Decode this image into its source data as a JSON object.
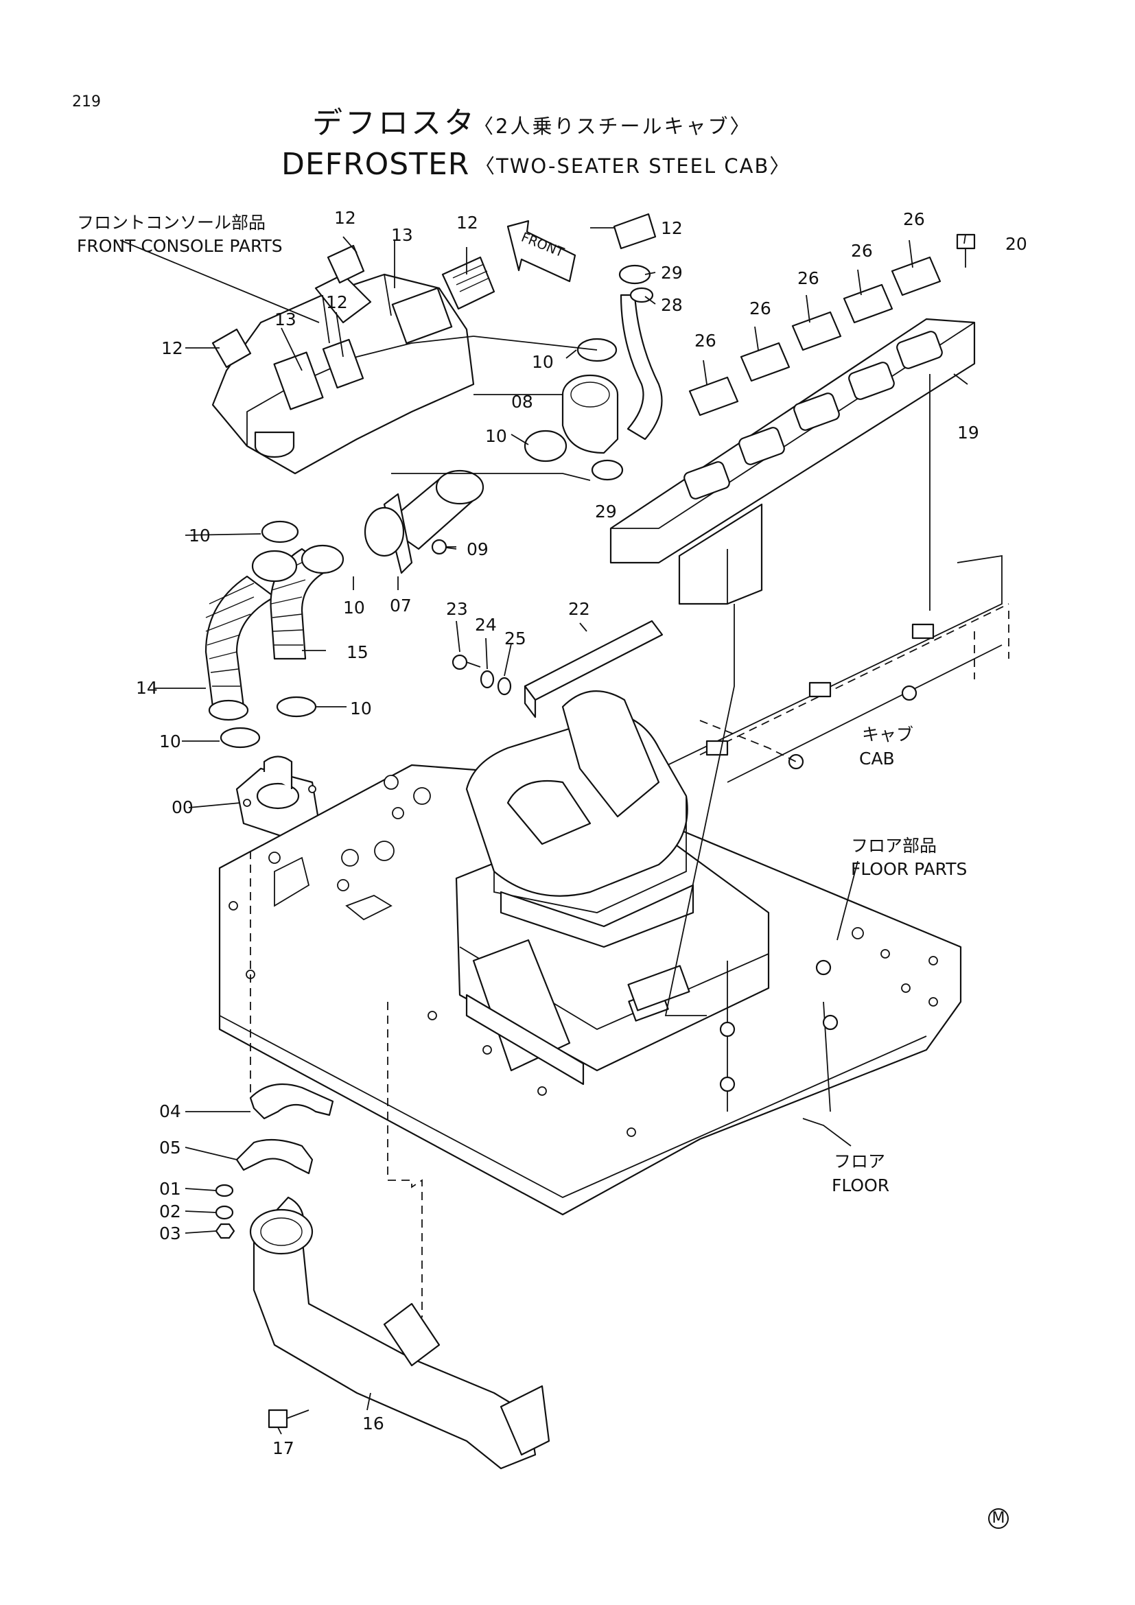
{
  "page_number": "219",
  "title": {
    "jp": "デフロスタ",
    "jp_sub": "〈2人乗りスチールキャブ〉",
    "en": "DEFROSTER",
    "en_sub": "〈TWO-SEATER STEEL CAB〉"
  },
  "groups": {
    "front_console_jp": "フロントコンソール部品",
    "front_console_en": "FRONT CONSOLE PARTS",
    "cab_jp": "キャブ",
    "cab_en": "CAB",
    "floor_parts_jp": "フロア部品",
    "floor_parts_en": "FLOOR PARTS",
    "floor_jp": "フロア",
    "floor_en": "FLOOR",
    "front_arrow": "FRONT"
  },
  "part_numbers": {
    "p12a": "12",
    "p12b": "12",
    "p12c": "12",
    "p12d": "12",
    "p12e": "12",
    "p13a": "13",
    "p13b": "13",
    "p29a": "29",
    "p29b": "29",
    "p28": "28",
    "p20": "20",
    "p19": "19",
    "p26a": "26",
    "p26b": "26",
    "p26c": "26",
    "p26d": "26",
    "p26e": "26",
    "p10a": "10",
    "p10b": "10",
    "p10c": "10",
    "p10d": "10",
    "p10e": "10",
    "p10f": "10",
    "p08": "08",
    "p09": "09",
    "p07": "07",
    "p14": "14",
    "p15": "15",
    "p23": "23",
    "p24": "24",
    "p25": "25",
    "p22": "22",
    "p00": "00",
    "p04": "04",
    "p05": "05",
    "p01": "01",
    "p02": "02",
    "p03": "03",
    "p16": "16",
    "p17": "17"
  },
  "mark": "M"
}
